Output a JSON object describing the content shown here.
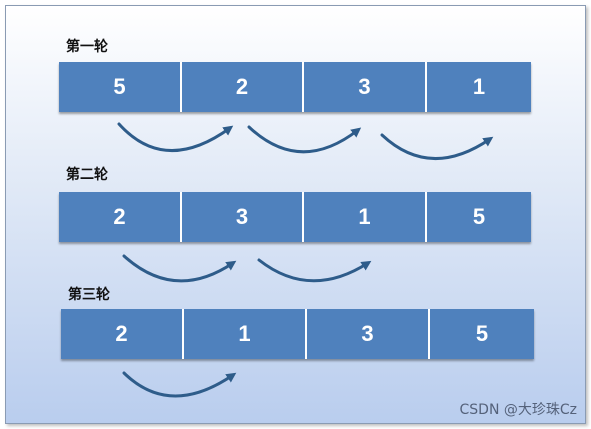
{
  "rounds": [
    {
      "label": "第一轮",
      "values": [
        "5",
        "2",
        "3",
        "1"
      ]
    },
    {
      "label": "第二轮",
      "values": [
        "2",
        "3",
        "1",
        "5"
      ]
    },
    {
      "label": "第三轮",
      "values": [
        "2",
        "1",
        "3",
        "5"
      ]
    }
  ],
  "watermark": "CSDN @大珍珠Cz",
  "colors": {
    "cell": "#4f81bd",
    "arrow": "#2e5c8a"
  }
}
